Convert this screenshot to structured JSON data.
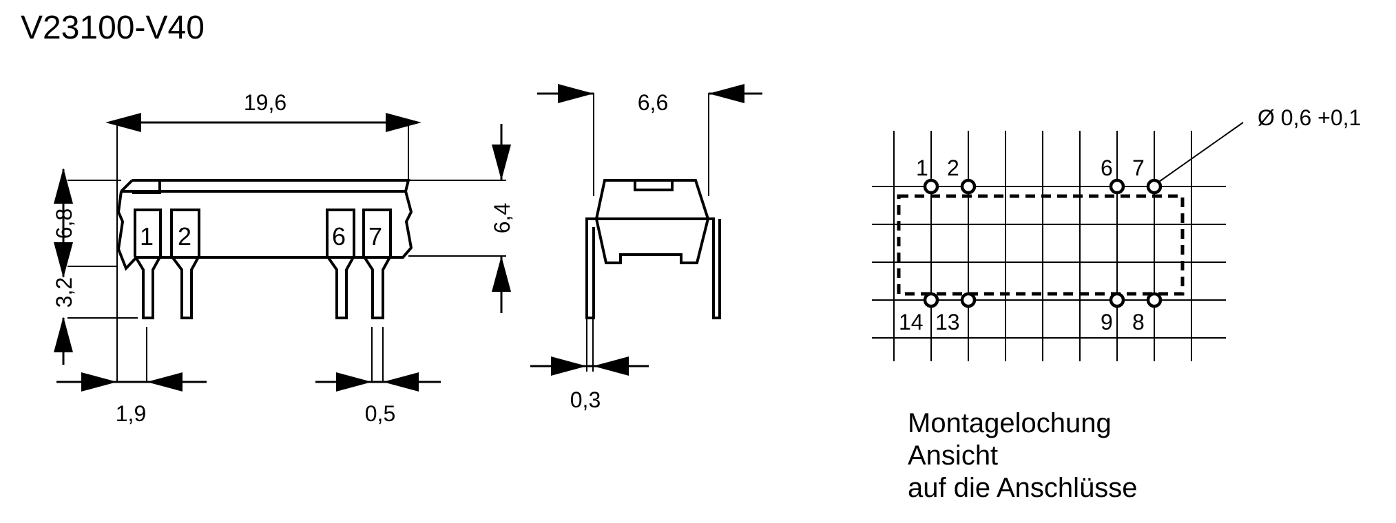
{
  "title": "V23100-V40",
  "side_view": {
    "dim_length": "19,6",
    "dim_height": "6,8",
    "dim_pin": "3,2",
    "dim_body": "6,4",
    "dim_offset": "1,9",
    "dim_pin_width": "0,5",
    "pins": [
      "1",
      "2",
      "6",
      "7"
    ]
  },
  "end_view": {
    "dim_width": "6,6",
    "dim_pin_thickness": "0,3"
  },
  "hole_layout": {
    "hole_spec": "Ø 0,6 +0,1",
    "top_pins": [
      "1",
      "2",
      "6",
      "7"
    ],
    "bottom_pins": [
      "14",
      "13",
      "9",
      "8"
    ],
    "caption_lines": [
      "Montagelochung",
      "Ansicht",
      "auf die Anschlüsse"
    ]
  }
}
